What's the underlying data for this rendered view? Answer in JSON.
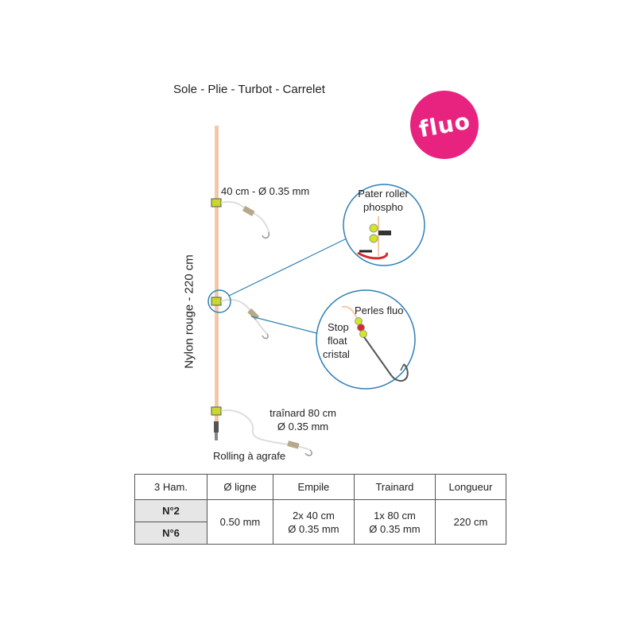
{
  "title": "Sole - Plie - Turbot -  Carrelet",
  "badge": "fluo",
  "labels": {
    "snood": "40 cm - Ø 0.35 mm",
    "pater_roller": "Pater roller",
    "phospho": "phospho",
    "perles": "Perles fluo",
    "stop": "Stop",
    "float": "float",
    "cristal": "cristal",
    "mainline": "Nylon rouge - 220 cm",
    "trainard1": "traînard 80 cm",
    "trainard2": "Ø 0.35 mm",
    "rolling": "Rolling à agrafe"
  },
  "colors": {
    "mainline": "#f6c9a8",
    "badge": "#e8237f",
    "bead_yellow": "#d4e61e",
    "bead_red": "#d42a2a",
    "callout": "#2f7fb5"
  },
  "table": {
    "headers": [
      "3 Ham.",
      "Ø ligne",
      "Empile",
      "Trainard",
      "Longueur"
    ],
    "variants": [
      "N°2",
      "N°6"
    ],
    "ligne": "0.50 mm",
    "empile": [
      "2x 40 cm",
      "Ø 0.35 mm"
    ],
    "trainard": [
      "1x 80 cm",
      "Ø 0.35 mm"
    ],
    "longueur": "220 cm"
  }
}
